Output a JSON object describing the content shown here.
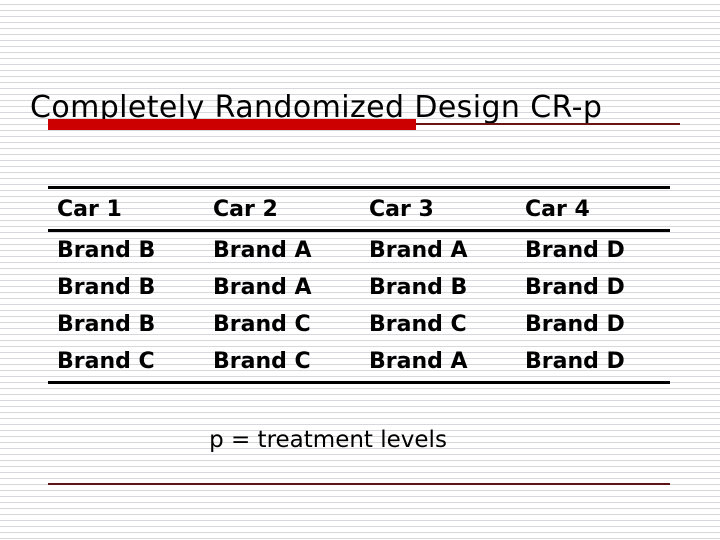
{
  "slide": {
    "title": "Completely Randomized Design CR-p",
    "caption": "p = treatment levels",
    "accent_color": "#cc0000",
    "rule_color": "#5e1414",
    "background_color": "#ffffff"
  },
  "table": {
    "headers": [
      "Car 1",
      "Car 2",
      "Car 3",
      "Car 4"
    ],
    "rows": [
      [
        "Brand B",
        "Brand A",
        "Brand A",
        "Brand D"
      ],
      [
        "Brand B",
        "Brand A",
        "Brand B",
        "Brand D"
      ],
      [
        "Brand B",
        "Brand C",
        "Brand C",
        "Brand D"
      ],
      [
        "Brand C",
        "Brand C",
        "Brand A",
        "Brand D"
      ]
    ]
  }
}
